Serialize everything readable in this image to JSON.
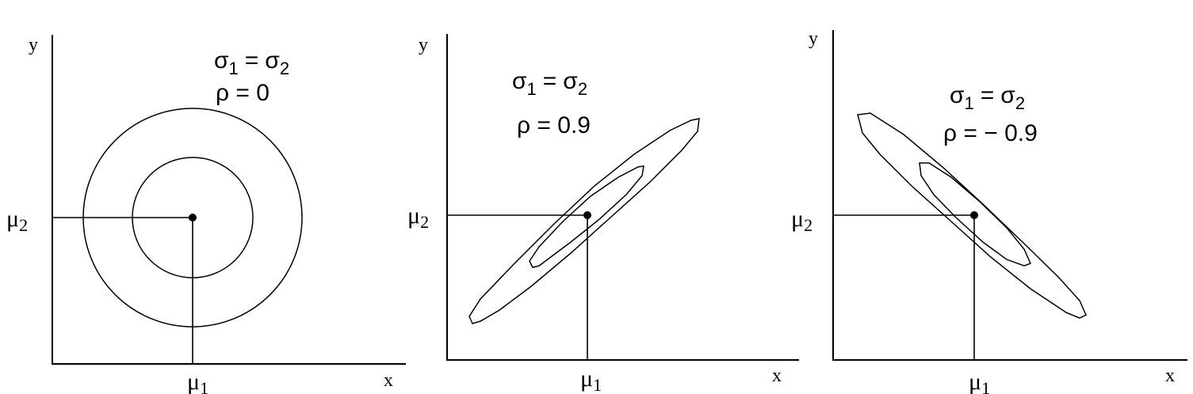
{
  "panels": [
    {
      "x_label": "x",
      "y_label": "y",
      "mu1": "μ",
      "mu1_sub": "1",
      "mu2": "μ",
      "mu2_sub": "2",
      "sigma_sym": "σ",
      "sigma_sub1": "1",
      "sigma_eq": "=",
      "sigma_sub2": "2",
      "rho_text": "ρ = 0",
      "rho": 0
    },
    {
      "x_label": "x",
      "y_label": "y",
      "mu1": "μ",
      "mu1_sub": "1",
      "mu2": "μ",
      "mu2_sub": "2",
      "sigma_sym": "σ",
      "sigma_sub1": "1",
      "sigma_eq": "=",
      "sigma_sub2": "2",
      "rho_text": "ρ = 0.9",
      "rho": 0.9
    },
    {
      "x_label": "x",
      "y_label": "y",
      "mu1": "μ",
      "mu1_sub": "1",
      "mu2": "μ",
      "mu2_sub": "2",
      "sigma_sym": "σ",
      "sigma_sub1": "1",
      "sigma_eq": "=",
      "sigma_sub2": "2",
      "rho_text": "ρ = − 0.9",
      "rho": -0.9
    }
  ],
  "colors": {
    "ink": "#000000",
    "background": "#ffffff"
  }
}
